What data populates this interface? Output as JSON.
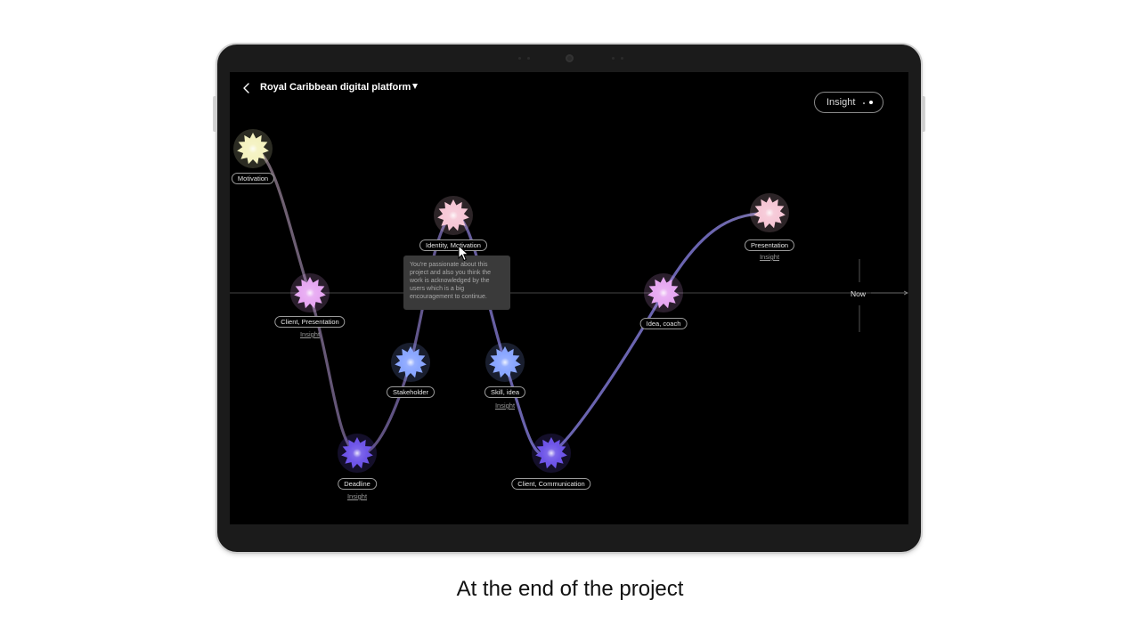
{
  "header": {
    "title": "Royal Caribbean digital platform",
    "insight_button": "Insight"
  },
  "timeline": {
    "now_label": "Now",
    "nodes": [
      {
        "label": "Motivation",
        "insight": "",
        "color": "#f4f2c0"
      },
      {
        "label": "Client, Presentation",
        "insight": "Insight",
        "color": "#e7a8f2"
      },
      {
        "label": "Deadline",
        "insight": "Insight",
        "color": "#6e55e8"
      },
      {
        "label": "Stakeholder",
        "insight": "",
        "color": "#8aa6ff"
      },
      {
        "label": "Identity, Motivation",
        "insight": "",
        "color": "#f6c7d6"
      },
      {
        "label": "Skill, idea",
        "insight": "Insight",
        "color": "#8aa6ff"
      },
      {
        "label": "Client, Communication",
        "insight": "",
        "color": "#6e55e8"
      },
      {
        "label": "Idea, coach",
        "insight": "",
        "color": "#e7a8f2"
      },
      {
        "label": "Presentation",
        "insight": "Insight",
        "color": "#f6c7d6"
      }
    ]
  },
  "tooltip": {
    "text": "You're passionate about this project and also you think the work is acknowledged by the users which is a big encouragement to continue."
  },
  "caption": "At the end of the project"
}
